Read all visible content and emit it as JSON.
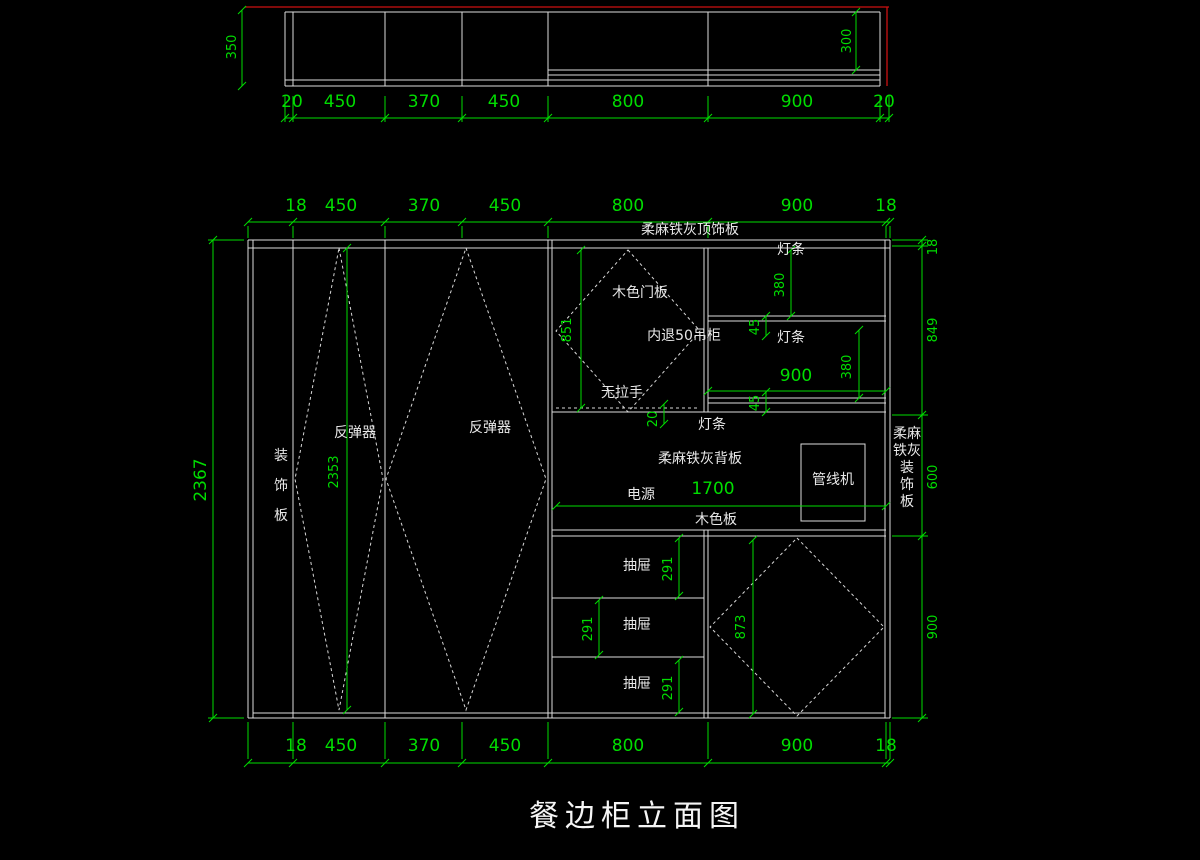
{
  "title": "餐边柜立面图",
  "colors": {
    "dimension": "#00dd00",
    "line": "#dcdcdc",
    "boundary": "#cc1111",
    "background": "#000000"
  },
  "plan": {
    "depth_total": "350",
    "depth_inner": "300",
    "dims": [
      "20",
      "450",
      "370",
      "450",
      "800",
      "900",
      "20"
    ]
  },
  "elev": {
    "top_dims": [
      "18",
      "450",
      "370",
      "450",
      "800",
      "900",
      "18"
    ],
    "bottom_dims": [
      "18",
      "450",
      "370",
      "450",
      "800",
      "900",
      "18"
    ],
    "height_total": "2367",
    "height_door": "2353",
    "right_dims": [
      "18",
      "849",
      "600",
      "900"
    ],
    "upper": {
      "top_board": "柔麻铁灰顶饰板",
      "lamp1": "灯条",
      "lamp2": "灯条",
      "lamp3": "灯条",
      "dim_380a": "380",
      "dim_380b": "380",
      "dim_45a": "45",
      "dim_45b": "45",
      "dim_900": "900",
      "dim_851": "851",
      "dim_20": "20",
      "door_label": "木色门板",
      "inset_label": "内退50吊柜",
      "no_handle": "无拉手"
    },
    "left": {
      "decor_chars": [
        "装",
        "饰",
        "板"
      ],
      "rebound1": "反弹器",
      "rebound2": "反弹器"
    },
    "middle": {
      "back_board": "柔麻铁灰背板",
      "power": "电源",
      "dim_1700": "1700",
      "wood_board": "木色板",
      "pipe_machine": "管线机"
    },
    "right_label_lines": [
      "柔麻",
      "铁灰",
      "装",
      "饰",
      "板"
    ],
    "bottom": {
      "drawer1": "抽屉",
      "drawer2": "抽屉",
      "drawer3": "抽屉",
      "dim_291a": "291",
      "dim_291b": "291",
      "dim_291c": "291",
      "dim_873": "873"
    }
  }
}
